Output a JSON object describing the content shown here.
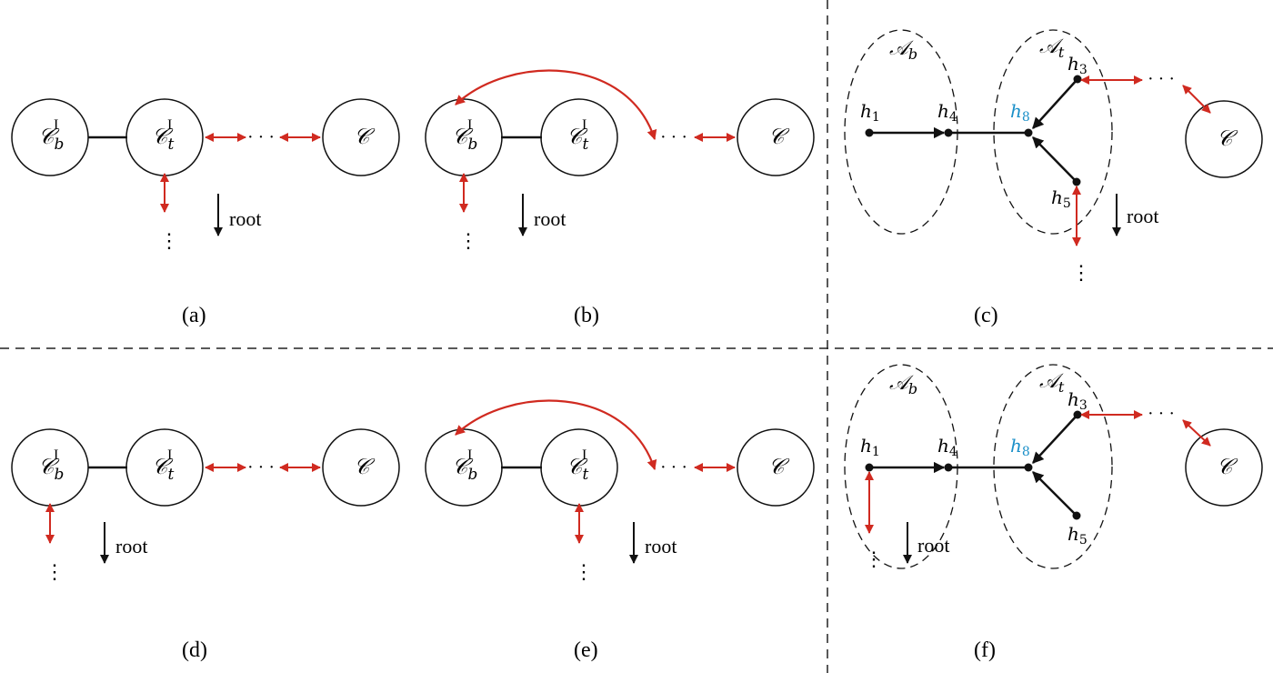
{
  "panels": {
    "a": {
      "caption": "(a)",
      "node_left_main": "𝒞",
      "node_left_sub": "b",
      "node_left_sup": "I",
      "node_mid_main": "𝒞",
      "node_mid_sub": "t",
      "node_mid_sup": "I",
      "node_right": "𝒞",
      "root_label": "root",
      "dots": "· · ·",
      "vdots": "⋮"
    },
    "b": {
      "caption": "(b)",
      "node_left_main": "𝒞",
      "node_left_sub": "b",
      "node_left_sup": "I",
      "node_mid_main": "𝒞",
      "node_mid_sub": "t",
      "node_mid_sup": "I",
      "node_right": "𝒞",
      "root_label": "root",
      "dots": "· · ·",
      "vdots": "⋮"
    },
    "c": {
      "caption": "(c)",
      "set_b_main": "𝒜",
      "set_b_sub": "b",
      "set_t_main": "𝒜",
      "set_t_sub": "t",
      "h1": "h",
      "h1_sub": "1",
      "h4": "h",
      "h4_sub": "4",
      "h8": "h",
      "h8_sub": "8",
      "h3": "h",
      "h3_sub": "3",
      "h5": "h",
      "h5_sub": "5",
      "node_right": "𝒞",
      "root_label": "root",
      "dots": "· · ·",
      "vdots": "⋮"
    },
    "d": {
      "caption": "(d)",
      "node_left_main": "𝒞",
      "node_left_sub": "b",
      "node_left_sup": "I",
      "node_mid_main": "𝒞",
      "node_mid_sub": "t",
      "node_mid_sup": "I",
      "node_right": "𝒞",
      "root_label": "root",
      "dots": "· · ·",
      "vdots": "⋮"
    },
    "e": {
      "caption": "(e)",
      "node_left_main": "𝒞",
      "node_left_sub": "b",
      "node_left_sup": "I",
      "node_mid_main": "𝒞",
      "node_mid_sub": "t",
      "node_mid_sup": "I",
      "node_right": "𝒞",
      "root_label": "root",
      "dots": "· · ·",
      "vdots": "⋮"
    },
    "f": {
      "caption": "(f)",
      "set_b_main": "𝒜",
      "set_b_sub": "b",
      "set_t_main": "𝒜",
      "set_t_sub": "t",
      "h1": "h",
      "h1_sub": "1",
      "h4": "h",
      "h4_sub": "4",
      "h8": "h",
      "h8_sub": "8",
      "h3": "h",
      "h3_sub": "3",
      "h5": "h",
      "h5_sub": "5",
      "node_right": "𝒞",
      "root_label": "root",
      "dots": "· · ·",
      "vdots": "⋮"
    }
  },
  "colors": {
    "edge": "#111111",
    "highlight": "#d02a20",
    "h8_label": "#1a8fc8",
    "divider": "#222222"
  }
}
